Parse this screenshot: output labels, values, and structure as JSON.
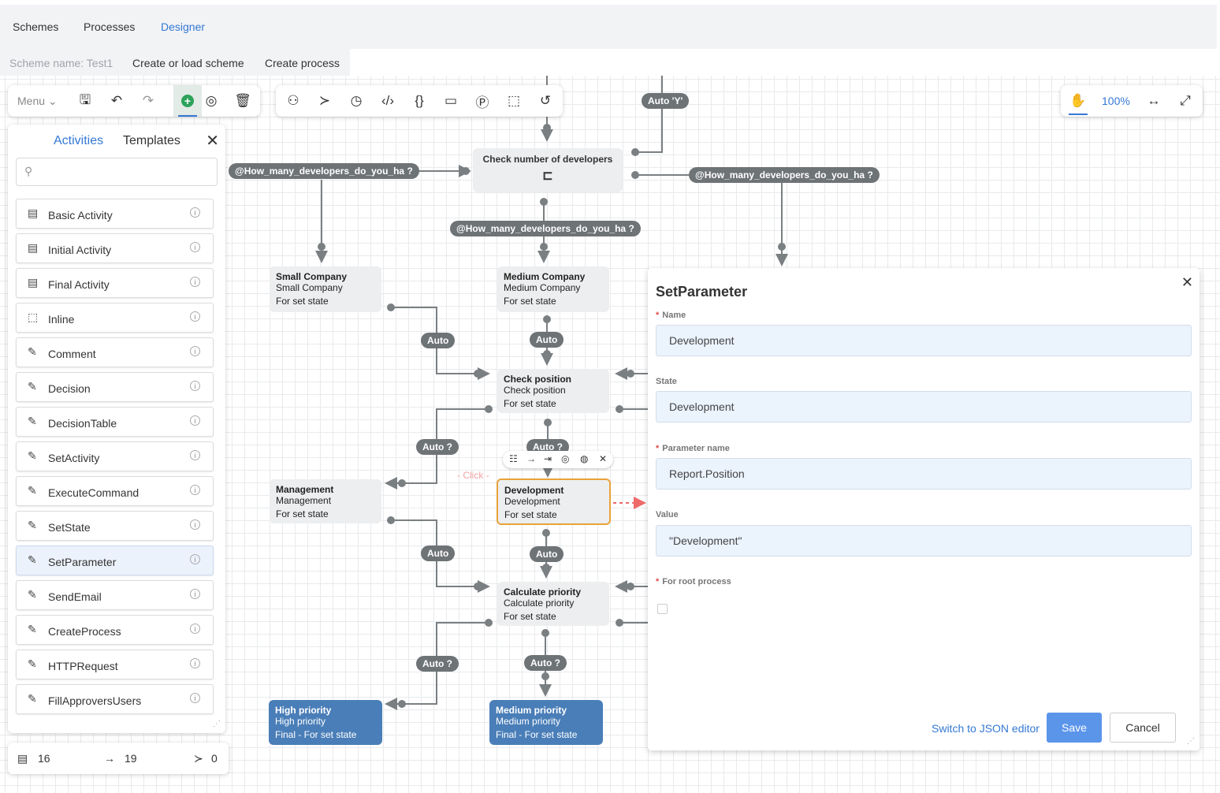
{
  "nav": {
    "tabs": [
      "Schemes",
      "Processes",
      "Designer"
    ]
  },
  "subnav": {
    "scheme_name": "Scheme name: Test1",
    "create_or_load": "Create or load scheme",
    "create_process": "Create process"
  },
  "toolbar_left": {
    "menu_label": "Menu"
  },
  "toolbar_right": {
    "zoom": "100%"
  },
  "side_panel": {
    "tabs": [
      "Activities",
      "Templates"
    ],
    "close": "✕",
    "items": [
      "Basic Activity",
      "Initial Activity",
      "Final Activity",
      "Inline",
      "Comment",
      "Decision",
      "DecisionTable",
      "SetActivity",
      "ExecuteCommand",
      "SetState",
      "SetParameter",
      "SendEmail",
      "CreateProcess",
      "HTTPRequest",
      "FillApproversUsers"
    ],
    "selected": "SetParameter"
  },
  "stats": {
    "activities": "16",
    "transitions": "19",
    "commands": "0"
  },
  "diagram": {
    "check_developers": "Check number of developers",
    "pill_param": "@How_many_developers_do_you_ha ?",
    "pill_auto": "Auto",
    "pill_auto_q": "Auto ?",
    "pill_auto_top": "Auto 'Y'",
    "click_hint": "- Click -",
    "state_text": "For set state",
    "nodes": {
      "small": [
        "Small Company",
        "Small Company"
      ],
      "medium": [
        "Medium Company",
        "Medium Company"
      ],
      "check_position": [
        "Check position",
        "Check position"
      ],
      "management": [
        "Management",
        "Management"
      ],
      "development": [
        "Development",
        "Development"
      ],
      "calc_priority": [
        "Calculate priority",
        "Calculate priority"
      ],
      "high": [
        "High priority",
        "High priority",
        "Final - For set state"
      ],
      "medium_priority": [
        "Medium priority",
        "Medium priority",
        "Final - For set state"
      ]
    }
  },
  "form": {
    "title": "SetParameter",
    "close": "✕",
    "name_label": "Name",
    "name_value": "Development",
    "state_label": "State",
    "state_value": "Development",
    "param_label": "Parameter name",
    "param_value": "Report.Position",
    "value_label": "Value",
    "value_value": "\"Development\"",
    "root_label": "For root process",
    "json_link": "Switch to JSON editor",
    "save": "Save",
    "cancel": "Cancel"
  },
  "colors": {
    "accent": "#3478d4",
    "final_node": "#4a7eb8",
    "selected_border": "#e9a23b",
    "pill": "#6e7376"
  }
}
